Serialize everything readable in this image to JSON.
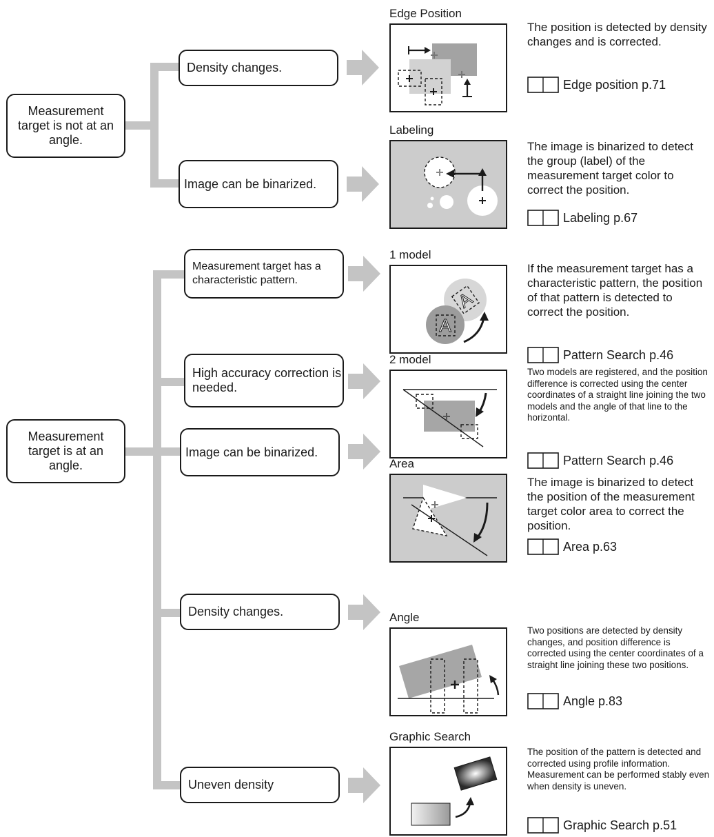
{
  "groups": [
    {
      "root": "Measurement target is not at an angle.",
      "branches": [
        {
          "condition": "Density changes.",
          "title": "Edge Position",
          "illustration": "edge-position",
          "description": "The position is detected by density changes and is corrected.",
          "reference": "Edge position p.71"
        },
        {
          "condition": "Image can be binarized.",
          "title": "Labeling",
          "illustration": "labeling",
          "description": "The image is binarized to detect the group (label) of the measurement target color to correct the position.",
          "reference": "Labeling p.67"
        }
      ]
    },
    {
      "root": "Measurement target is at an angle.",
      "branches": [
        {
          "condition": "Measurement target has a characteristic pattern.",
          "title": "1 model",
          "illustration": "one-model",
          "description": "If the measurement target has a characteristic pattern, the position of that pattern is detected to correct the position.",
          "reference": "Pattern Search p.46"
        },
        {
          "condition": "High accuracy correction is needed.",
          "title": "2 model",
          "illustration": "two-model",
          "description": "Two models are registered, and the position difference is corrected using the center coordinates of a straight line joining the two models and the angle of that line to the horizontal.",
          "reference": "Pattern Search p.46"
        },
        {
          "condition": "Image can be binarized.",
          "title": "Area",
          "illustration": "area",
          "description": "The image is binarized to detect the position of the measurement target color area to correct the position.",
          "reference": "Area p.63"
        },
        {
          "condition": "Density changes.",
          "title": "Angle",
          "illustration": "angle",
          "description": "Two positions are detected by density changes, and position difference is corrected using the center coordinates of a straight line joining these two positions.",
          "reference": "Angle p.83"
        },
        {
          "condition": "Uneven density",
          "title": "Graphic Search",
          "illustration": "graphic-search",
          "description": "The position of the pattern is detected and corrected using profile information. Measurement can be performed stably even when density is uneven.",
          "reference": "Graphic Search p.51"
        }
      ]
    }
  ],
  "colors": {
    "connector": "#c4c4c4",
    "arrow": "#c4c4c4",
    "panel_fill_gray": "#cccccc",
    "shape_dark": "#9a9a9a",
    "shape_light": "#cfcfcf"
  }
}
